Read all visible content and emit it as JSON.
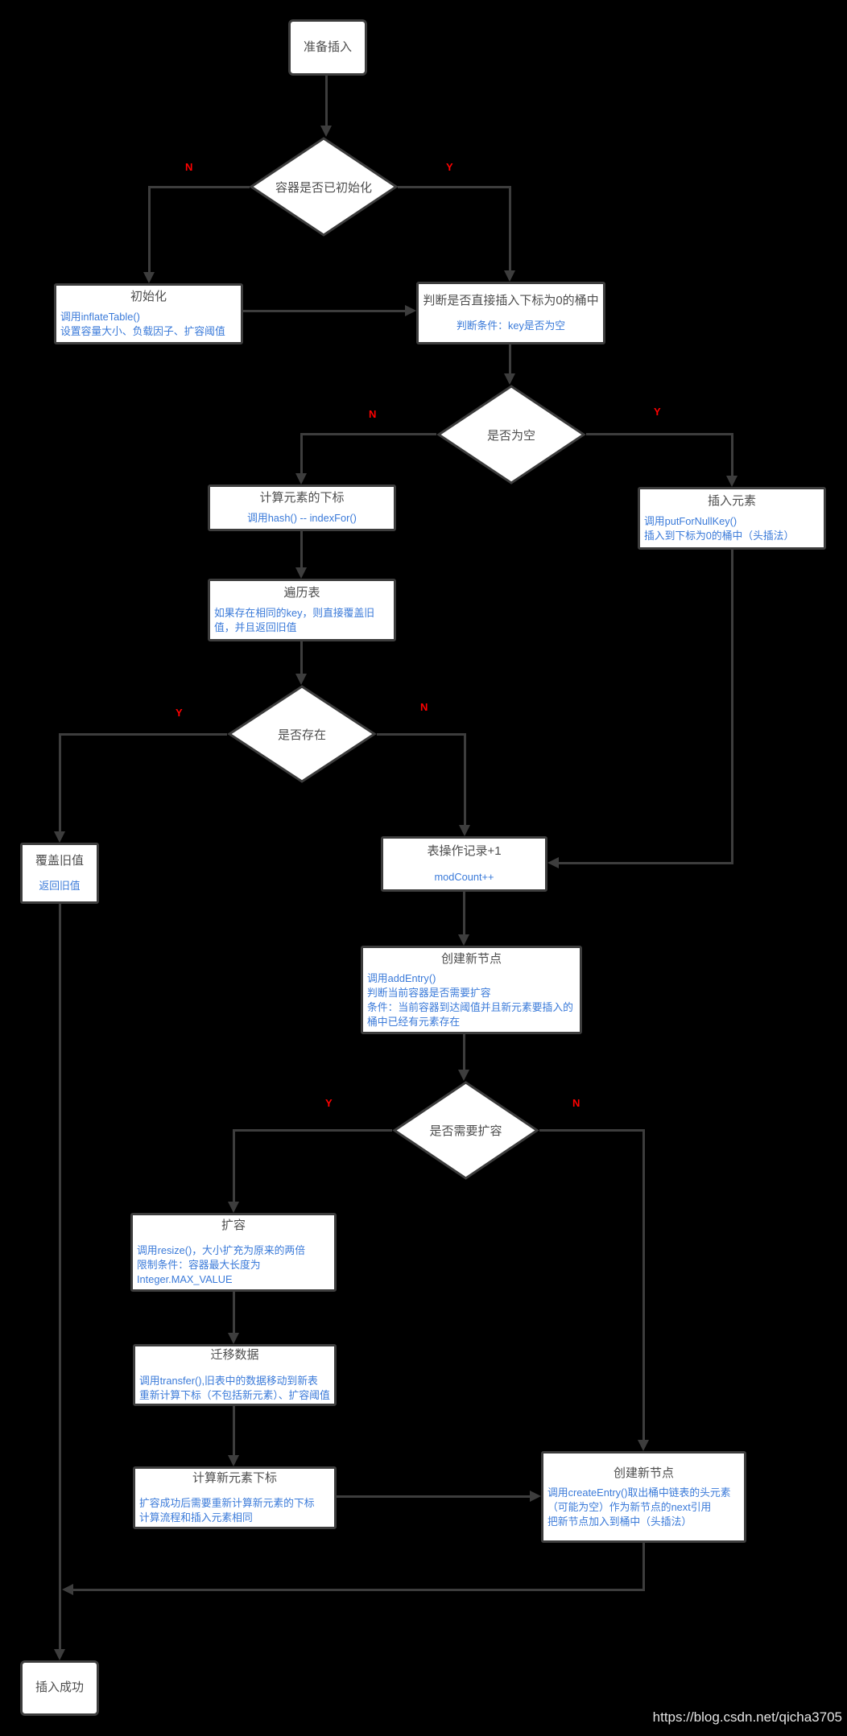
{
  "diagram": {
    "background": "#000000",
    "line_color": "#3d3d3d",
    "box_fill": "#ffffff",
    "title_color": "#4e4e4e",
    "detail_color": "#3a7ad9",
    "branch_label_color": "#ff0000"
  },
  "nodes": {
    "start": {
      "title": "准备插入"
    },
    "d_init": {
      "title": "容器是否已初始化"
    },
    "init": {
      "title": "初始化",
      "details": [
        "调用inflateTable()",
        "设置容量大小、负载因子、扩容阈值"
      ]
    },
    "judge_zero": {
      "title": "判断是否直接插入下标为0的桶中",
      "details": [
        "判断条件：key是否为空"
      ]
    },
    "d_empty": {
      "title": "是否为空"
    },
    "calc_index": {
      "title": "计算元素的下标",
      "details": [
        "调用hash() -- indexFor()"
      ]
    },
    "insert_null": {
      "title": "插入元素",
      "details": [
        "调用putForNullKey()",
        "插入到下标为0的桶中（头插法）"
      ]
    },
    "traverse": {
      "title": "遍历表",
      "details": [
        "如果存在相同的key，则直接覆盖旧值，并且返回旧值"
      ]
    },
    "d_exist": {
      "title": "是否存在"
    },
    "override": {
      "title": "覆盖旧值",
      "details": [
        "返回旧值"
      ]
    },
    "mod_count": {
      "title": "表操作记录+1",
      "details": [
        "modCount++"
      ]
    },
    "add_entry": {
      "title": "创建新节点",
      "details": [
        "调用addEntry()",
        "判断当前容器是否需要扩容",
        "条件：当前容器到达阈值并且新元素要插入的桶中已经有元素存在"
      ]
    },
    "d_resize": {
      "title": "是否需要扩容"
    },
    "resize": {
      "title": "扩容",
      "details": [
        "调用resize()，大小扩充为原来的两倍",
        "限制条件：容器最大长度为",
        "Integer.MAX_VALUE"
      ]
    },
    "transfer": {
      "title": "迁移数据",
      "details": [
        "调用transfer(),旧表中的数据移动到新表",
        "重新计算下标（不包括新元素）、扩容阈值"
      ]
    },
    "calc_new_index": {
      "title": "计算新元素下标",
      "details": [
        "扩容成功后需要重新计算新元素的下标",
        "计算流程和插入元素相同"
      ]
    },
    "create_entry": {
      "title": "创建新节点",
      "details": [
        "调用createEntry()取出桶中链表的头元素（可能为空）作为新节点的next引用",
        "把新节点加入到桶中（头插法）"
      ]
    },
    "success": {
      "title": "插入成功"
    }
  },
  "branch_labels": {
    "d_init_n": "N",
    "d_init_y": "Y",
    "d_empty_n": "N",
    "d_empty_y": "Y",
    "d_exist_y": "Y",
    "d_exist_n": "N",
    "d_resize_y": "Y",
    "d_resize_n": "N"
  },
  "watermark": "https://blog.csdn.net/qicha3705"
}
